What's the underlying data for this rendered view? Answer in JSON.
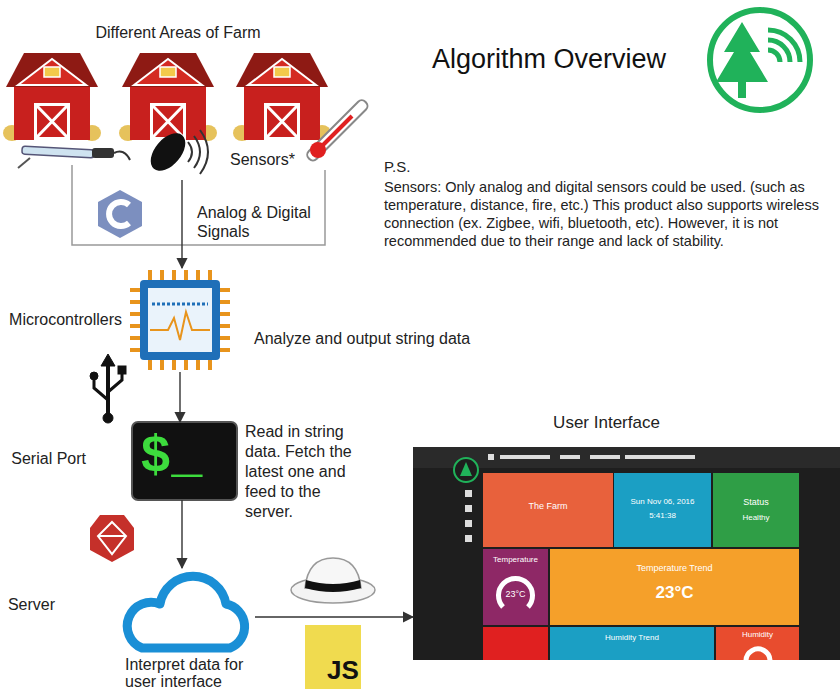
{
  "diagram": {
    "title": "Algorithm Overview",
    "nodes": [
      {
        "text": [
          "Different Areas of Farm"
        ]
      },
      {
        "text": [
          "Sensors*"
        ]
      },
      {
        "text": [
          "Microcontrollers",
          "Analyze and output string data"
        ]
      },
      {
        "text": [
          "Serial Port",
          "Read in string data. Fetch the latest one and feed to the server."
        ]
      },
      {
        "text": [
          "Server",
          "Interpret data for user interface"
        ]
      },
      {
        "text": [
          "User Interface"
        ]
      },
      {
        "text": [
          "The Farm"
        ],
        "in": 5
      },
      {
        "text": [
          "Sun Nov 06, 2016",
          "5:41:38"
        ],
        "in": 5
      },
      {
        "text": [
          "Status",
          "Healthy"
        ],
        "in": 5
      },
      {
        "text": [
          "Temperature",
          "23°C"
        ],
        "in": 5
      },
      {
        "text": [
          "Temperature Trend",
          "23°C"
        ],
        "in": 5
      },
      {
        "text": [
          "Humidity Trend"
        ],
        "in": 5
      },
      {
        "text": [
          "Humidity"
        ],
        "in": 5
      }
    ],
    "edges": [
      {
        "from": 1,
        "to": 2,
        "arrow": "to",
        "label": "Analog & Digital Signals"
      },
      {
        "from": 2,
        "to": 3,
        "arrow": "to"
      },
      {
        "from": 3,
        "to": 4,
        "arrow": "to"
      },
      {
        "from": 4,
        "to": 5,
        "arrow": "to"
      }
    ],
    "labels": [
      "P.S.",
      "Sensors: Only analog and digital sensors could be used. (such as temperature, distance, fire, etc.) This product also supports wireless connection (ex. Zigbee, wifi, bluetooth, etc). However, it is not recommended due to their range and lack of stability.",
      "$_",
      "JS"
    ]
  }
}
